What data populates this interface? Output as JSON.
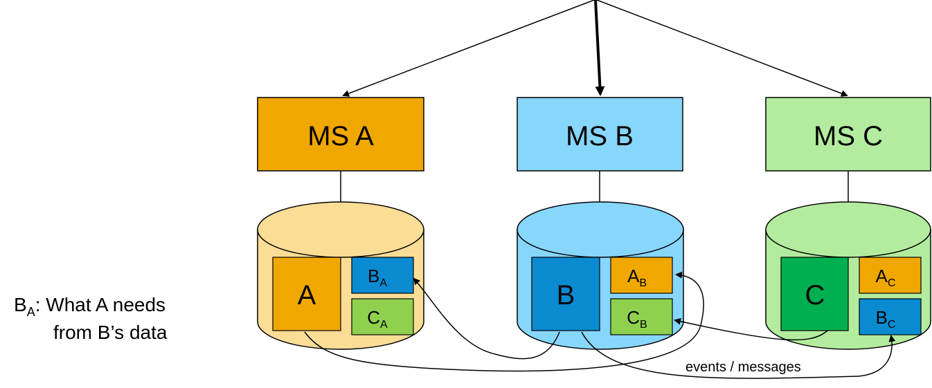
{
  "services": {
    "a": {
      "label": "MS A",
      "color": "#f0a800",
      "db_color": "#fcdd96",
      "store": {
        "main": "A",
        "main_color": "#f0a800",
        "sub1_letter": "B",
        "sub1_script": "A",
        "sub1_color": "#0a8bd1",
        "sub2_letter": "C",
        "sub2_script": "A",
        "sub2_color": "#8fd14f"
      }
    },
    "b": {
      "label": "MS B",
      "color": "#87d6fc",
      "db_color": "#87d6fc",
      "store": {
        "main": "B",
        "main_color": "#0a8bd1",
        "sub1_letter": "A",
        "sub1_script": "B",
        "sub1_color": "#f0a800",
        "sub2_letter": "C",
        "sub2_script": "B",
        "sub2_color": "#8fd14f"
      }
    },
    "c": {
      "label": "MS C",
      "color": "#b3ec9e",
      "db_color": "#b3ec9e",
      "store": {
        "main": "C",
        "main_color": "#00b050",
        "sub1_letter": "A",
        "sub1_script": "C",
        "sub1_color": "#f0a800",
        "sub2_letter": "B",
        "sub2_script": "C",
        "sub2_color": "#0a8bd1"
      }
    }
  },
  "edge_label": "events / messages",
  "legend": {
    "letter": "B",
    "script": "A",
    "line1_rest": ": What A needs",
    "line2": "from B’s data"
  }
}
